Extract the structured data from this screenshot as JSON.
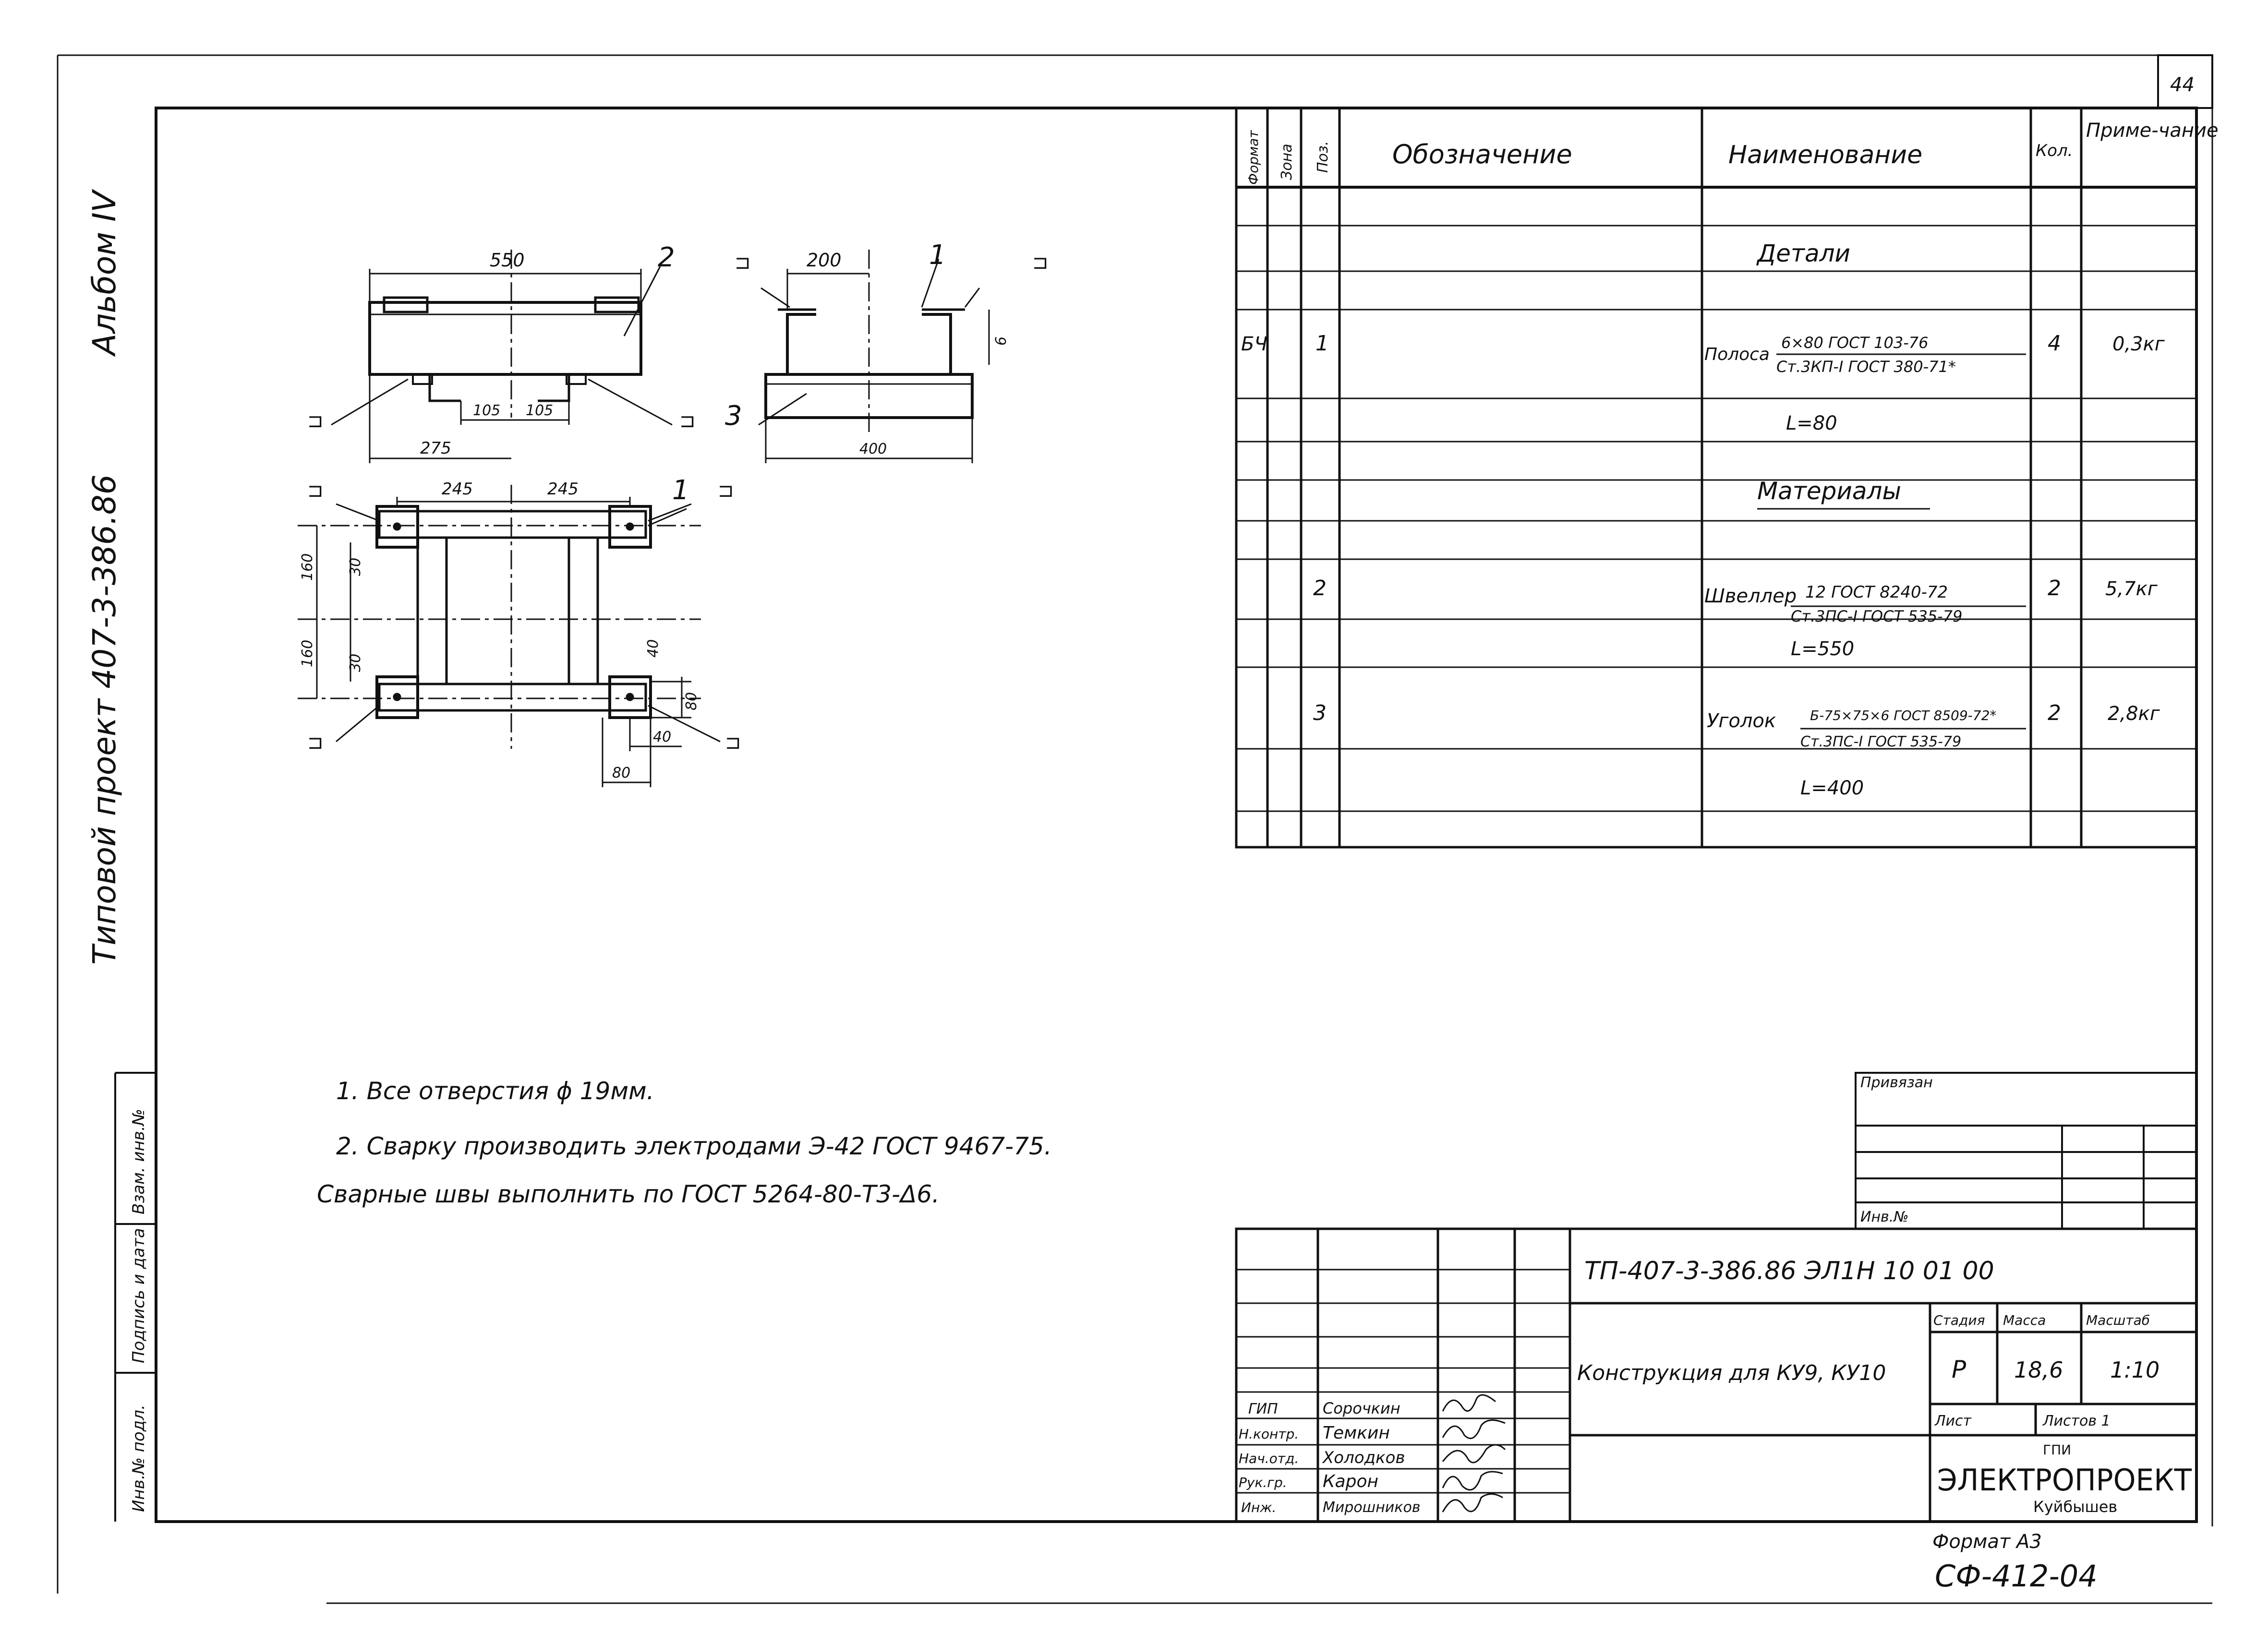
{
  "page_number": "44",
  "side_strip": {
    "project_label": "Типовой проект 407-3-386.86",
    "album_label": "Альбом IV",
    "inv_podl": "Инв.№ подл.",
    "podpis_data": "Подпись и дата",
    "vzam_inv": "Взам. инв.№"
  },
  "drawing": {
    "dims": {
      "d550": "550",
      "d275": "275",
      "d105a": "105",
      "d105b": "105",
      "d200": "200",
      "d400": "400",
      "d6": "6",
      "d245a": "245",
      "d245b": "245",
      "d160a": "160",
      "d160b": "160",
      "d30a": "30",
      "d30b": "30",
      "d40a": "40",
      "d40b": "40",
      "d80a": "80",
      "d80b": "80"
    },
    "pos": {
      "p1a": "1",
      "p1b": "1",
      "p2": "2",
      "p3": "3"
    },
    "weld_mark": "⊐"
  },
  "spec": {
    "headers": {
      "format": "Формат",
      "zone": "Зона",
      "pos": "Поз.",
      "designation": "Обозначение",
      "name": "Наименование",
      "qty": "Кол.",
      "note": "Приме-чание"
    },
    "section_details": "Детали",
    "section_materials": "Материалы",
    "row1": {
      "format": "БЧ",
      "pos": "1",
      "name": "Полоса",
      "name_top": "6×80 ГОСТ 103-76",
      "name_bottom": "Ст.3КП-I ГОСТ 380-71*",
      "qty": "4",
      "note": "0,3кг",
      "length": "L=80"
    },
    "row2": {
      "pos": "2",
      "name": "Швеллер",
      "name_top": "12 ГОСТ 8240-72",
      "name_bottom": "Ст.3ПС-I ГОСТ 535-79",
      "qty": "2",
      "note": "5,7кг",
      "length": "L=550"
    },
    "row3": {
      "pos": "3",
      "name": "Уголок",
      "name_top": "Б-75×75×6 ГОСТ 8509-72*",
      "name_bottom": "Ст.3ПС-I ГОСТ 535-79",
      "qty": "2",
      "note": "2,8кг",
      "length": "L=400"
    }
  },
  "notes": {
    "n1": "1. Все отверстия ϕ 19мм.",
    "n2a": "2. Сварку производить электродами Э-42 ГОСТ 9467-75.",
    "n2b": "Сварные швы выполнить по ГОСТ 5264-80-Т3-Δ6."
  },
  "privyazan": {
    "label": "Привязан",
    "inv": "Инв.№"
  },
  "title_block": {
    "code": "ТП-407-3-386.86   ЭЛ1Н 10 01 00",
    "title": "Конструкция для КУ9, КУ10",
    "stage_label": "Стадия",
    "mass_label": "Масса",
    "scale_label": "Масштаб",
    "stage": "Р",
    "mass": "18,6",
    "scale": "1:10",
    "sheet_label": "Лист",
    "sheets_label": "Листов 1",
    "org_top": "ГПИ",
    "org_main": "ЭЛЕКТРОПРОЕКТ",
    "org_city": "Куйбышев",
    "roles": [
      {
        "role": "ГИП",
        "name": "Сорочкин"
      },
      {
        "role": "Н.контр.",
        "name": "Темкин"
      },
      {
        "role": "Нач.отд.",
        "name": "Холодков"
      },
      {
        "role": "Рук.гр.",
        "name": "Карон"
      },
      {
        "role": "Инж.",
        "name": "Мирошников"
      }
    ]
  },
  "footer": {
    "format": "Формат А3",
    "code": "СФ-412-04"
  }
}
